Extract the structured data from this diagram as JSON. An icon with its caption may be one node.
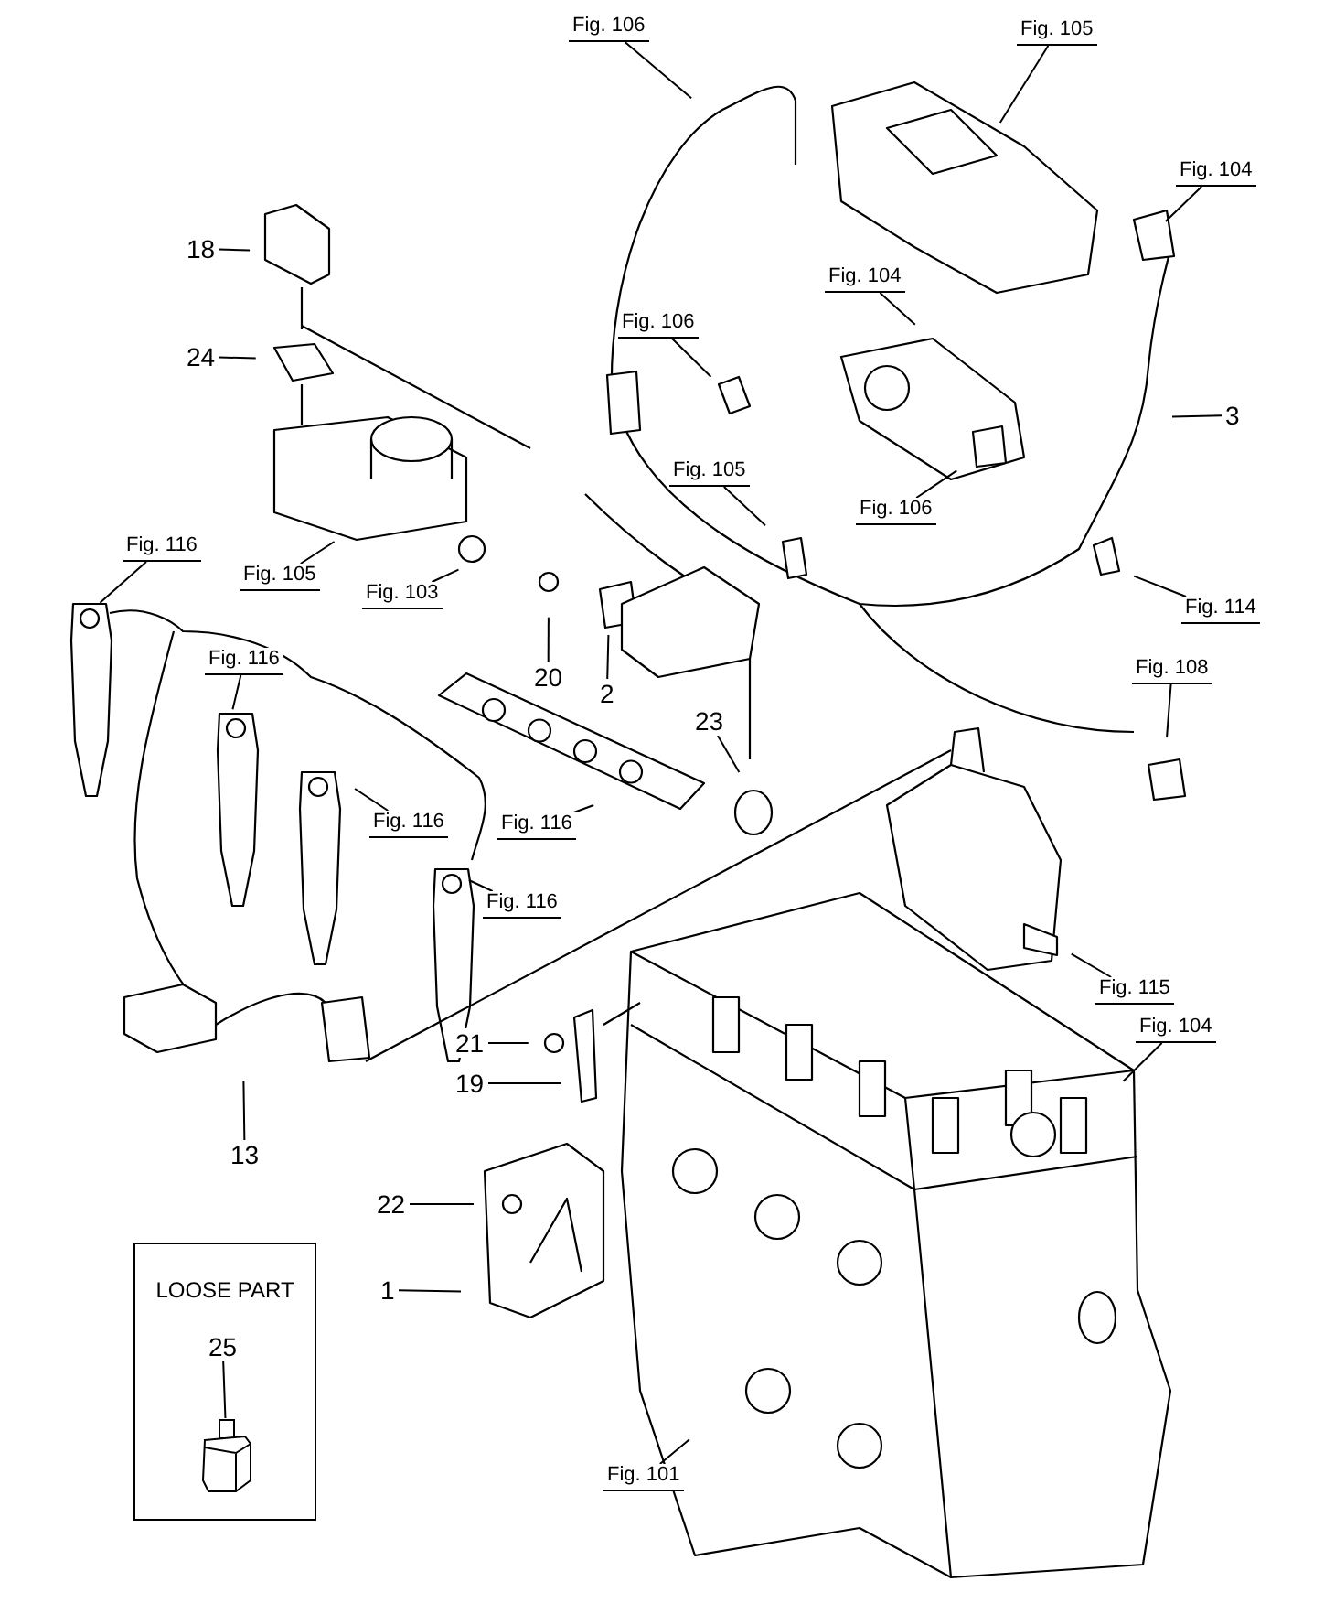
{
  "diagram": {
    "nodes": [
      {
        "text": [
          "Fig. 106"
        ]
      },
      {
        "text": [
          "Fig. 105"
        ]
      },
      {
        "text": [
          "Fig. 104"
        ]
      },
      {
        "text": [
          "18"
        ]
      },
      {
        "text": [
          "Fig. 104"
        ]
      },
      {
        "text": [
          "Fig. 106"
        ]
      },
      {
        "text": [
          "24"
        ]
      },
      {
        "text": [
          "3"
        ]
      },
      {
        "text": [
          "Fig. 105"
        ]
      },
      {
        "text": [
          "Fig. 106"
        ]
      },
      {
        "text": [
          "Fig. 116"
        ]
      },
      {
        "text": [
          "Fig. 105"
        ]
      },
      {
        "text": [
          "Fig. 103"
        ]
      },
      {
        "text": [
          "Fig. 114"
        ]
      },
      {
        "text": [
          "Fig. 108"
        ]
      },
      {
        "text": [
          "20"
        ]
      },
      {
        "text": [
          "Fig. 116"
        ]
      },
      {
        "text": [
          "2"
        ]
      },
      {
        "text": [
          "23"
        ]
      },
      {
        "text": [
          "Fig. 116"
        ]
      },
      {
        "text": [
          "Fig. 116"
        ]
      },
      {
        "text": [
          "Fig. 116"
        ]
      },
      {
        "text": [
          "Fig. 115"
        ]
      },
      {
        "text": [
          "Fig. 104"
        ]
      },
      {
        "text": [
          "21"
        ]
      },
      {
        "text": [
          "19"
        ]
      },
      {
        "text": [
          "13"
        ]
      },
      {
        "text": [
          "22"
        ]
      },
      {
        "text": [
          "LOOSE PART"
        ]
      },
      {
        "text": [
          "25"
        ],
        "in": 28
      },
      {
        "text": [],
        "shape": "picture",
        "in": 28
      },
      {
        "text": [
          "1"
        ]
      },
      {
        "text": [
          "Fig. 101"
        ]
      }
    ],
    "edges": [
      {
        "from": 0,
        "to": null,
        "arrow": "none"
      },
      {
        "from": 1,
        "to": null,
        "arrow": "none"
      },
      {
        "from": 2,
        "to": null,
        "arrow": "none"
      },
      {
        "from": 3,
        "to": null,
        "arrow": "none"
      },
      {
        "from": 4,
        "to": null,
        "arrow": "none"
      },
      {
        "from": 5,
        "to": null,
        "arrow": "none"
      },
      {
        "from": 6,
        "to": null,
        "arrow": "none"
      },
      {
        "from": 7,
        "to": null,
        "arrow": "none"
      },
      {
        "from": 8,
        "to": null,
        "arrow": "none"
      },
      {
        "from": 9,
        "to": null,
        "arrow": "none"
      },
      {
        "from": 10,
        "to": null,
        "arrow": "none"
      },
      {
        "from": 11,
        "to": null,
        "arrow": "none"
      },
      {
        "from": 12,
        "to": null,
        "arrow": "none"
      },
      {
        "from": 13,
        "to": null,
        "arrow": "none"
      },
      {
        "from": 14,
        "to": null,
        "arrow": "none"
      },
      {
        "from": 15,
        "to": null,
        "arrow": "none"
      },
      {
        "from": 16,
        "to": null,
        "arrow": "none"
      },
      {
        "from": 17,
        "to": null,
        "arrow": "none"
      },
      {
        "from": 18,
        "to": null,
        "arrow": "none"
      },
      {
        "from": 19,
        "to": null,
        "arrow": "none"
      },
      {
        "from": 20,
        "to": null,
        "arrow": "none"
      },
      {
        "from": 21,
        "to": null,
        "arrow": "none"
      },
      {
        "from": 22,
        "to": null,
        "arrow": "none"
      },
      {
        "from": 23,
        "to": null,
        "arrow": "none"
      },
      {
        "from": 24,
        "to": null,
        "arrow": "none"
      },
      {
        "from": 25,
        "to": null,
        "arrow": "none"
      },
      {
        "from": 26,
        "to": null,
        "arrow": "none"
      },
      {
        "from": 27,
        "to": null,
        "arrow": "none"
      },
      {
        "from": 29,
        "to": 30,
        "arrow": "none"
      },
      {
        "from": 31,
        "to": null,
        "arrow": "none"
      },
      {
        "from": 32,
        "to": null,
        "arrow": "none"
      }
    ]
  }
}
